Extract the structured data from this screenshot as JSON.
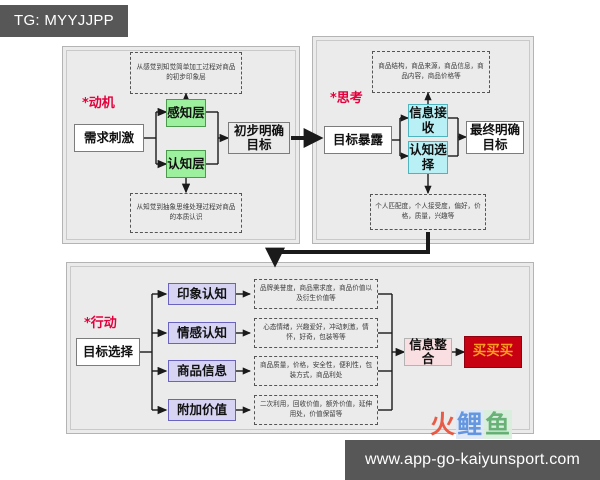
{
  "header": {
    "tag": "TG: MYYJJPP"
  },
  "footer": {
    "url": "www.app-go-kaiyunsport.com"
  },
  "watermark": {
    "char1": "火",
    "char2": "鲤",
    "char3": "鱼"
  },
  "colors": {
    "tag_bg": "#575757",
    "panel_bg": "#ebebeb",
    "green": "#9df09d",
    "cyan": "#b8f0f5",
    "purple": "#d6d4f2",
    "pink": "#fadfe2",
    "red": "#c70012",
    "red_text": "#ff9d1e",
    "section_label": "#e3003c"
  },
  "diagram": {
    "sections": [
      {
        "id": "motive",
        "label": "*动机",
        "nodes": [
          {
            "id": "need-stimulus",
            "text": "需求刺激",
            "style": "white"
          },
          {
            "id": "perception-layer",
            "text": "感知层",
            "style": "green"
          },
          {
            "id": "cognition-layer",
            "text": "认知层",
            "style": "green"
          }
        ],
        "notes": [
          {
            "id": "perception-note",
            "text": "从感觉到知觉简单加工过程对商品的初步印象层"
          },
          {
            "id": "cognition-note",
            "text": "从知觉到抽象思维处理过程对商品的本质认识"
          }
        ]
      },
      {
        "id": "think",
        "label": "*思考",
        "nodes": [
          {
            "id": "goal-exposure",
            "text": "目标暴露",
            "style": "white"
          },
          {
            "id": "info-receive",
            "text": "信息接收",
            "style": "cyan"
          },
          {
            "id": "cognitive-choice",
            "text": "认知选择",
            "style": "cyan"
          },
          {
            "id": "final-goal",
            "text": "最终明确目标",
            "style": "white"
          }
        ],
        "notes": [
          {
            "id": "info-note",
            "text": "商品结构，商品来源，商品信息，商品内容，商品价格等"
          },
          {
            "id": "choice-note",
            "text": "个人匹配度，个人接受度，偏好，价格，质量，兴趣等"
          }
        ]
      },
      {
        "id": "action",
        "label": "*行动",
        "nodes": [
          {
            "id": "goal-select",
            "text": "目标选择",
            "style": "white"
          },
          {
            "id": "impression-cognition",
            "text": "印象认知",
            "style": "purple"
          },
          {
            "id": "emotional-cognition",
            "text": "情感认知",
            "style": "purple"
          },
          {
            "id": "product-info",
            "text": "商品信息",
            "style": "purple"
          },
          {
            "id": "added-value",
            "text": "附加价值",
            "style": "purple"
          },
          {
            "id": "info-integration",
            "text": "信息整合",
            "style": "pink"
          },
          {
            "id": "buy-buy-buy",
            "text": "买买买",
            "style": "red"
          }
        ],
        "notes": [
          {
            "id": "impression-note",
            "text": "品牌美誉度，商品需求度，商品价值以及衍生价值等"
          },
          {
            "id": "emotional-note",
            "text": "心态情绪，兴趣爱好，冲动刺激，情怀，好奇，包装等等"
          },
          {
            "id": "product-note",
            "text": "商品质量，价格，安全性，便利性，包装方式，商品利处"
          },
          {
            "id": "value-note",
            "text": "二次利用，回收价值，额外价值，延伸用处，价值保留等"
          }
        ]
      }
    ],
    "connectors": [
      {
        "id": "initial-goal",
        "text": "初步明确目标",
        "style": "white"
      }
    ]
  }
}
